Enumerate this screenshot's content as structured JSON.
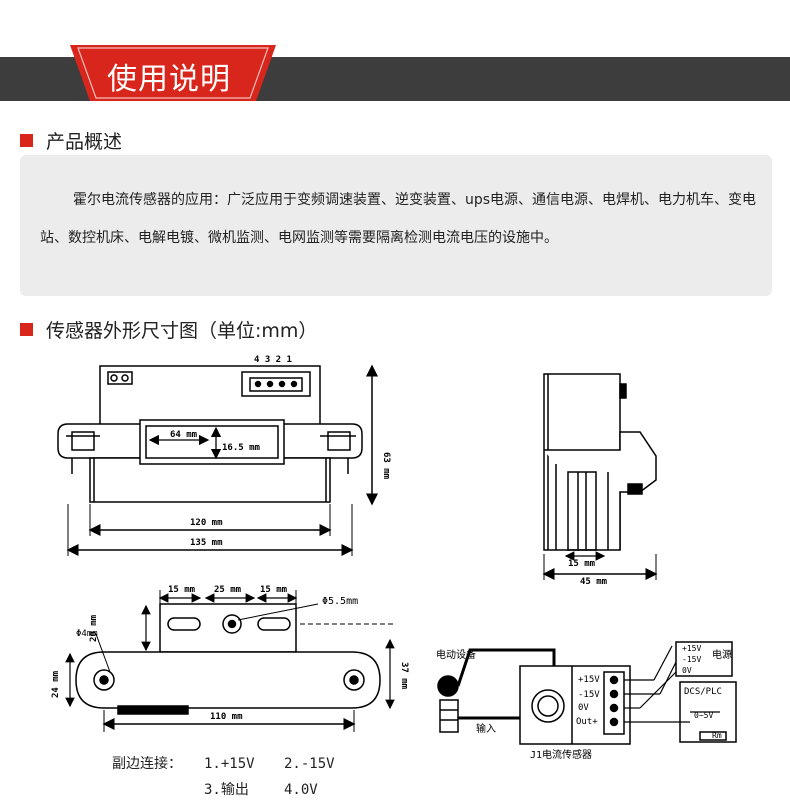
{
  "header": {
    "title": "使用说明",
    "accent": "#d9261c",
    "bar_color": "#3d3d3d"
  },
  "section1": {
    "title": "产品概述",
    "lead": "霍尔电流传感器的应用",
    "body": "：广泛应用于变频调速装置、逆变装置、ups电源、通信电源、电焊机、电力机车、变电站、数控机床、电解电镀、微机监测、电网监测等需要隔离检测电流电压的设施中。"
  },
  "section2": {
    "title": "传感器外形尺寸图（单位:mm）"
  },
  "front_view": {
    "pins": "4 3 2 1",
    "dim_width_inner": "64 mm",
    "dim_height_inner": "16.5 mm",
    "dim_height": "63 mm",
    "dim_120": "120 mm",
    "dim_135": "135 mm"
  },
  "side_view": {
    "dim_15": "15 mm",
    "dim_45": "45 mm"
  },
  "top_view": {
    "dim_15a": "15 mm",
    "dim_25": "25 mm",
    "dim_15b": "15 mm",
    "hole_large": "Φ5.5mm",
    "hole_small": "Φ4mm",
    "dim_20": "20 mm",
    "dim_24": "24 mm",
    "dim_37": "37 mm",
    "dim_110": "110 mm"
  },
  "pin_legend": {
    "label": "副边连接：",
    "pin1": "1.+15V",
    "pin2": "2.-15V",
    "pin3": "3.输出",
    "pin4": "4.0V"
  },
  "wiring": {
    "device": "电动设备",
    "input": "输入",
    "sensor": "J1电流传感器",
    "t1": "+15V",
    "t2": "-15V",
    "t3": "0V",
    "t4": "Out+",
    "ps1": "+15V",
    "ps2": "-15V",
    "ps3": "0V",
    "ps_label": "电源",
    "dcs": "DCS/PLC",
    "range": "0~5V",
    "rm": "Rm"
  }
}
